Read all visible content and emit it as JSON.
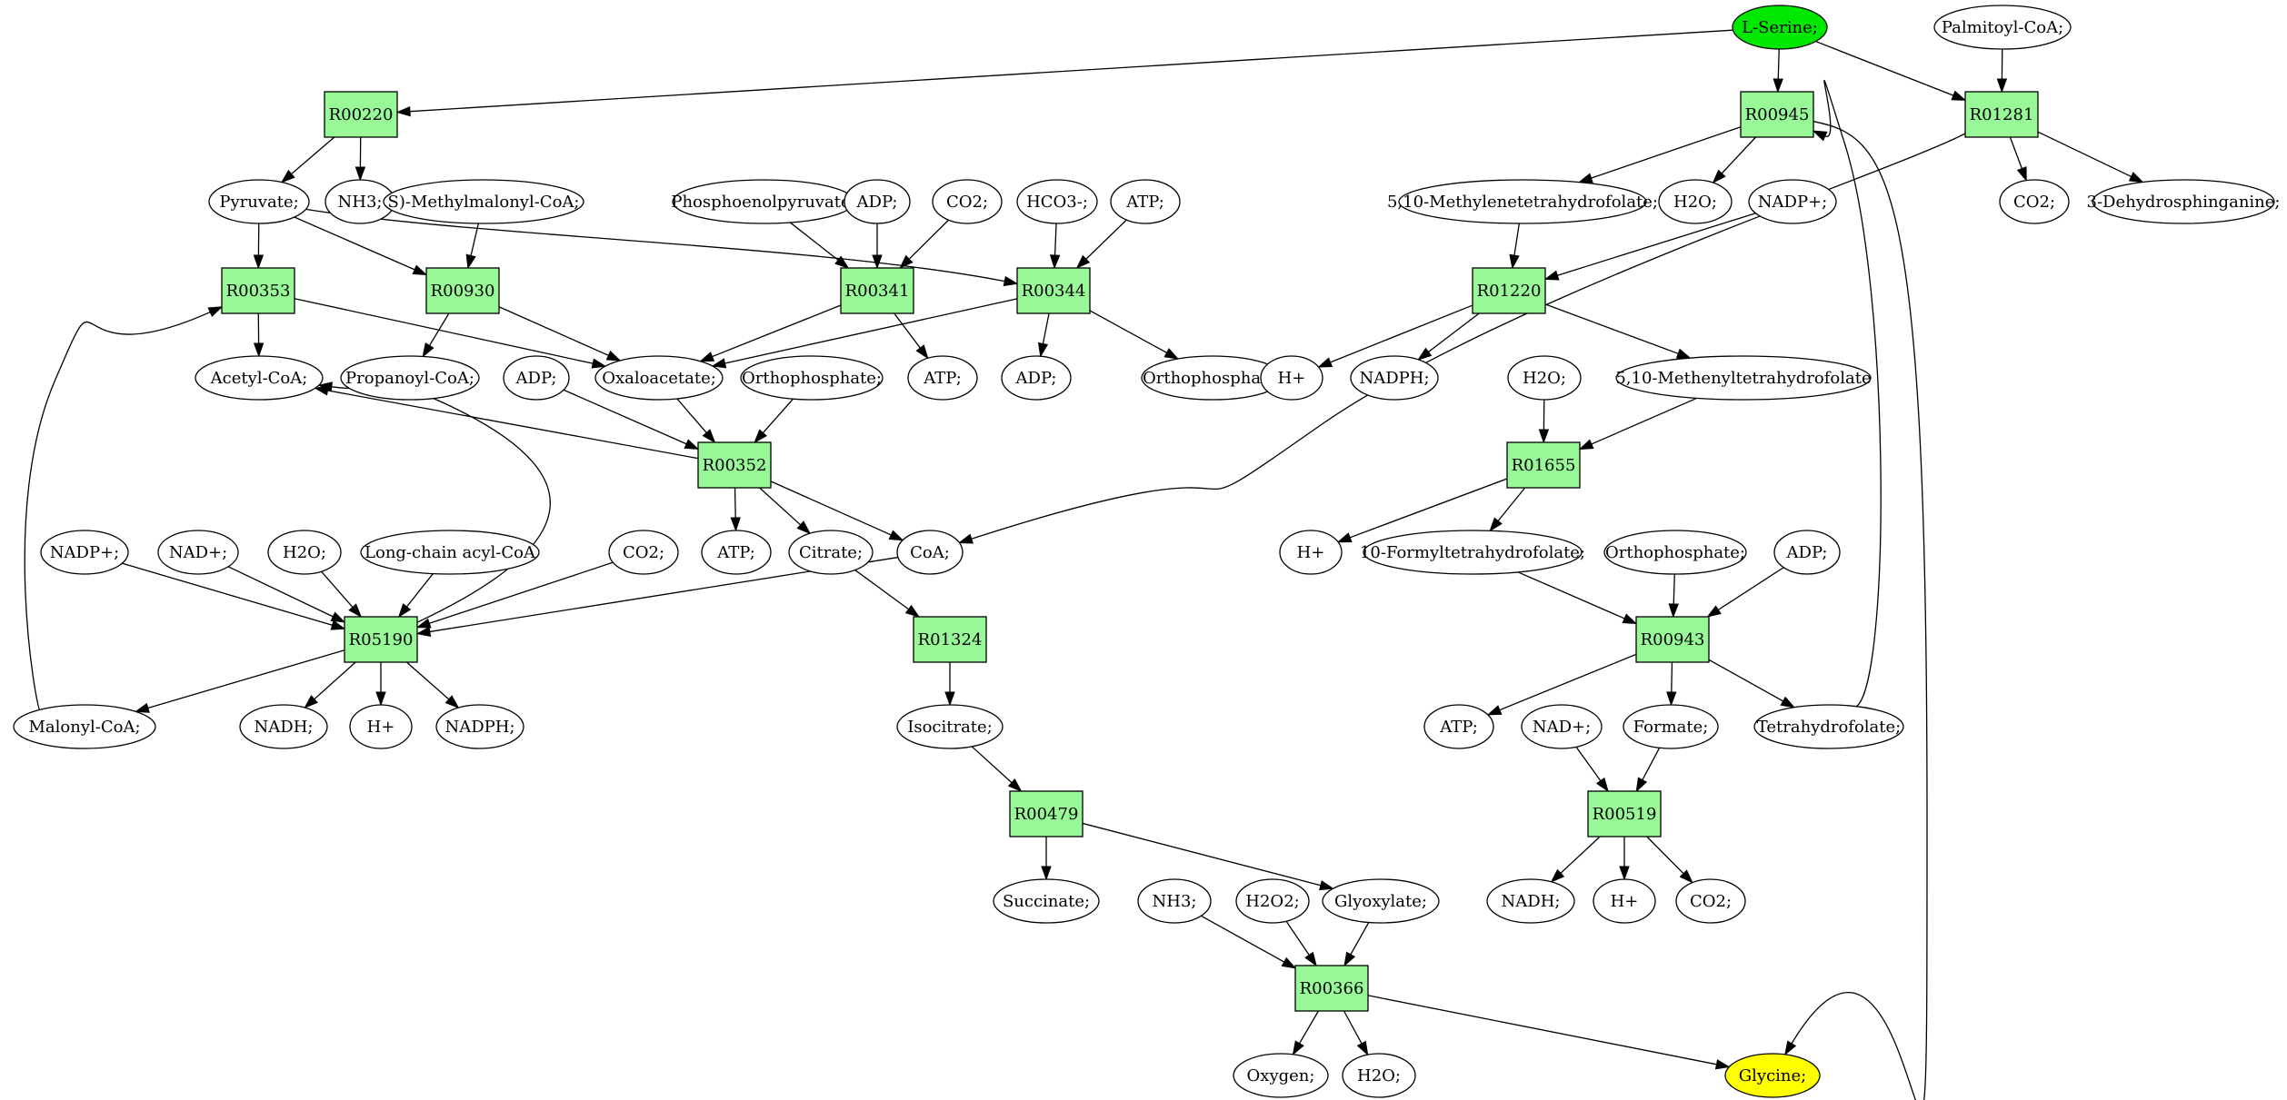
{
  "colors": {
    "reaction_fill": "#98f898",
    "start_fill": "#00e800",
    "end_fill": "#ffff00",
    "default_fill": "#ffffff",
    "stroke": "#000000"
  },
  "nodes": [
    {
      "id": "n_serine",
      "type": "ellipse",
      "label": "L-Serine;",
      "fill": "start"
    },
    {
      "id": "n_palmitoyl",
      "type": "ellipse",
      "label": "Palmitoyl-CoA;"
    },
    {
      "id": "r00220",
      "type": "rect",
      "label": "R00220"
    },
    {
      "id": "r00945",
      "type": "rect",
      "label": "R00945"
    },
    {
      "id": "r01281",
      "type": "rect",
      "label": "R01281"
    },
    {
      "id": "n_pyruvate",
      "type": "ellipse",
      "label": "Pyruvate;"
    },
    {
      "id": "n_nh3_1",
      "type": "ellipse",
      "label": "NH3;"
    },
    {
      "id": "n_smm",
      "type": "ellipse",
      "label": "S)-Methylmalonyl-CoA;"
    },
    {
      "id": "n_pep",
      "type": "ellipse",
      "label": "Phosphoenolpyruvate;"
    },
    {
      "id": "n_adp_1",
      "type": "ellipse",
      "label": "ADP;"
    },
    {
      "id": "n_co2_1",
      "type": "ellipse",
      "label": "CO2;"
    },
    {
      "id": "n_hco3",
      "type": "ellipse",
      "label": "HCO3-;"
    },
    {
      "id": "n_atp_1",
      "type": "ellipse",
      "label": "ATP;"
    },
    {
      "id": "n_mthf",
      "type": "ellipse",
      "label": "5,10-Methylenetetrahydrofolate;"
    },
    {
      "id": "n_h2o_1",
      "type": "ellipse",
      "label": "H2O;"
    },
    {
      "id": "n_nadp_1",
      "type": "ellipse",
      "label": "NADP+;"
    },
    {
      "id": "n_co2_2",
      "type": "ellipse",
      "label": "CO2;"
    },
    {
      "id": "n_dhs",
      "type": "ellipse",
      "label": "3-Dehydrosphinganine;"
    },
    {
      "id": "r00353",
      "type": "rect",
      "label": "R00353"
    },
    {
      "id": "r00930",
      "type": "rect",
      "label": "R00930"
    },
    {
      "id": "r00341",
      "type": "rect",
      "label": "R00341"
    },
    {
      "id": "r00344",
      "type": "rect",
      "label": "R00344"
    },
    {
      "id": "r01220",
      "type": "rect",
      "label": "R01220"
    },
    {
      "id": "n_acetyl",
      "type": "ellipse",
      "label": "Acetyl-CoA;"
    },
    {
      "id": "n_propanoyl",
      "type": "ellipse",
      "label": "Propanoyl-CoA;"
    },
    {
      "id": "n_adp_2",
      "type": "ellipse",
      "label": "ADP;"
    },
    {
      "id": "n_oxalo",
      "type": "ellipse",
      "label": "Oxaloacetate;"
    },
    {
      "id": "n_ortho_1",
      "type": "ellipse",
      "label": "Orthophosphate;"
    },
    {
      "id": "n_atp_2",
      "type": "ellipse",
      "label": "ATP;"
    },
    {
      "id": "n_adp_3",
      "type": "ellipse",
      "label": "ADP;"
    },
    {
      "id": "n_ortho_2",
      "type": "ellipse",
      "label": "Orthophosphate;"
    },
    {
      "id": "n_h_1",
      "type": "ellipse",
      "label": "H+"
    },
    {
      "id": "n_nadph_1",
      "type": "ellipse",
      "label": "NADPH;"
    },
    {
      "id": "n_h2o_2",
      "type": "ellipse",
      "label": "H2O;"
    },
    {
      "id": "n_menyl",
      "type": "ellipse",
      "label": "5,10-Methenyltetrahydrofolate"
    },
    {
      "id": "r00352",
      "type": "rect",
      "label": "R00352"
    },
    {
      "id": "r01655",
      "type": "rect",
      "label": "R01655"
    },
    {
      "id": "n_nadp_2",
      "type": "ellipse",
      "label": "NADP+;"
    },
    {
      "id": "n_nad_1",
      "type": "ellipse",
      "label": "NAD+;"
    },
    {
      "id": "n_h2o_3",
      "type": "ellipse",
      "label": "H2O;"
    },
    {
      "id": "n_lcacyl",
      "type": "ellipse",
      "label": "Long-chain acyl-CoA"
    },
    {
      "id": "n_co2_3",
      "type": "ellipse",
      "label": "CO2;"
    },
    {
      "id": "n_atp_3",
      "type": "ellipse",
      "label": "ATP;"
    },
    {
      "id": "n_citrate",
      "type": "ellipse",
      "label": "Citrate;"
    },
    {
      "id": "n_coa",
      "type": "ellipse",
      "label": "CoA;"
    },
    {
      "id": "n_h_2",
      "type": "ellipse",
      "label": "H+"
    },
    {
      "id": "n_formyl",
      "type": "ellipse",
      "label": "10-Formyltetrahydrofolate;"
    },
    {
      "id": "n_ortho_3",
      "type": "ellipse",
      "label": "Orthophosphate;"
    },
    {
      "id": "n_adp_4",
      "type": "ellipse",
      "label": "ADP;"
    },
    {
      "id": "r05190",
      "type": "rect",
      "label": "R05190"
    },
    {
      "id": "r01324",
      "type": "rect",
      "label": "R01324"
    },
    {
      "id": "r00943",
      "type": "rect",
      "label": "R00943"
    },
    {
      "id": "n_malonyl",
      "type": "ellipse",
      "label": "Malonyl-CoA;"
    },
    {
      "id": "n_nadh_1",
      "type": "ellipse",
      "label": "NADH;"
    },
    {
      "id": "n_h_3",
      "type": "ellipse",
      "label": "H+"
    },
    {
      "id": "n_nadph_2",
      "type": "ellipse",
      "label": "NADPH;"
    },
    {
      "id": "n_isocitrate",
      "type": "ellipse",
      "label": "Isocitrate;"
    },
    {
      "id": "n_atp_4",
      "type": "ellipse",
      "label": "ATP;"
    },
    {
      "id": "n_nad_2",
      "type": "ellipse",
      "label": "NAD+;"
    },
    {
      "id": "n_formate",
      "type": "ellipse",
      "label": "Formate;"
    },
    {
      "id": "n_thf",
      "type": "ellipse",
      "label": "Tetrahydrofolate;"
    },
    {
      "id": "r00479",
      "type": "rect",
      "label": "R00479"
    },
    {
      "id": "r00519",
      "type": "rect",
      "label": "R00519"
    },
    {
      "id": "n_succinate",
      "type": "ellipse",
      "label": "Succinate;"
    },
    {
      "id": "n_nh3_2",
      "type": "ellipse",
      "label": "NH3;"
    },
    {
      "id": "n_h2o2",
      "type": "ellipse",
      "label": "H2O2;"
    },
    {
      "id": "n_glyoxylate",
      "type": "ellipse",
      "label": "Glyoxylate;"
    },
    {
      "id": "n_nadh_2",
      "type": "ellipse",
      "label": "NADH;"
    },
    {
      "id": "n_h_4",
      "type": "ellipse",
      "label": "H+"
    },
    {
      "id": "n_co2_4",
      "type": "ellipse",
      "label": "CO2;"
    },
    {
      "id": "r00366",
      "type": "rect",
      "label": "R00366"
    },
    {
      "id": "n_oxygen",
      "type": "ellipse",
      "label": "Oxygen;"
    },
    {
      "id": "n_h2o_4",
      "type": "ellipse",
      "label": "H2O;"
    },
    {
      "id": "n_glycine",
      "type": "ellipse",
      "label": "Glycine;",
      "fill": "end"
    }
  ],
  "edges": [
    {
      "from": "n_serine",
      "to": "r00220"
    },
    {
      "from": "n_serine",
      "to": "r00945"
    },
    {
      "from": "n_serine",
      "to": "r01281"
    },
    {
      "from": "n_palmitoyl",
      "to": "r01281"
    },
    {
      "from": "r00220",
      "to": "n_pyruvate"
    },
    {
      "from": "r00220",
      "to": "n_nh3_1"
    },
    {
      "from": "r00945",
      "to": "n_mthf"
    },
    {
      "from": "r00945",
      "to": "n_h2o_1"
    },
    {
      "from": "r00945",
      "to": "n_glycine"
    },
    {
      "from": "r01281",
      "to": "n_co2_2"
    },
    {
      "from": "r01281",
      "to": "n_dhs"
    },
    {
      "from": "r01281",
      "to": "n_coa"
    },
    {
      "from": "n_pyruvate",
      "to": "r00353"
    },
    {
      "from": "n_pyruvate",
      "to": "r00930"
    },
    {
      "from": "n_pyruvate",
      "to": "r00344"
    },
    {
      "from": "n_smm",
      "to": "r00930"
    },
    {
      "from": "n_pep",
      "to": "r00341"
    },
    {
      "from": "n_adp_1",
      "to": "r00341"
    },
    {
      "from": "n_co2_1",
      "to": "r00341"
    },
    {
      "from": "n_hco3",
      "to": "r00344"
    },
    {
      "from": "n_atp_1",
      "to": "r00344"
    },
    {
      "from": "n_mthf",
      "to": "r01220"
    },
    {
      "from": "n_nadp_1",
      "to": "r01220"
    },
    {
      "from": "r00353",
      "to": "n_acetyl"
    },
    {
      "from": "r00353",
      "to": "n_oxalo"
    },
    {
      "from": "r00930",
      "to": "n_propanoyl"
    },
    {
      "from": "r00930",
      "to": "n_oxalo"
    },
    {
      "from": "r00341",
      "to": "n_oxalo"
    },
    {
      "from": "r00341",
      "to": "n_atp_2"
    },
    {
      "from": "r00344",
      "to": "n_oxalo"
    },
    {
      "from": "r00344",
      "to": "n_adp_3"
    },
    {
      "from": "r00344",
      "to": "n_ortho_2"
    },
    {
      "from": "r01220",
      "to": "n_h_1"
    },
    {
      "from": "r01220",
      "to": "n_nadph_1"
    },
    {
      "from": "r01220",
      "to": "n_menyl"
    },
    {
      "from": "n_adp_2",
      "to": "r00352"
    },
    {
      "from": "n_oxalo",
      "to": "r00352"
    },
    {
      "from": "n_ortho_1",
      "to": "r00352"
    },
    {
      "from": "r00352",
      "to": "n_acetyl"
    },
    {
      "from": "r00352",
      "to": "n_atp_3"
    },
    {
      "from": "r00352",
      "to": "n_citrate"
    },
    {
      "from": "r00352",
      "to": "n_coa"
    },
    {
      "from": "n_h2o_2",
      "to": "r01655"
    },
    {
      "from": "n_menyl",
      "to": "r01655"
    },
    {
      "from": "r01655",
      "to": "n_h_2"
    },
    {
      "from": "r01655",
      "to": "n_formyl"
    },
    {
      "from": "n_nadp_2",
      "to": "r05190"
    },
    {
      "from": "n_nad_1",
      "to": "r05190"
    },
    {
      "from": "n_h2o_3",
      "to": "r05190"
    },
    {
      "from": "n_lcacyl",
      "to": "r05190"
    },
    {
      "from": "n_co2_3",
      "to": "r05190"
    },
    {
      "from": "n_coa",
      "to": "r05190"
    },
    {
      "from": "r05190",
      "to": "n_acetyl"
    },
    {
      "from": "r05190",
      "to": "n_malonyl"
    },
    {
      "from": "r05190",
      "to": "n_nadh_1"
    },
    {
      "from": "r05190",
      "to": "n_h_3"
    },
    {
      "from": "r05190",
      "to": "n_nadph_2"
    },
    {
      "from": "n_malonyl",
      "to": "r00353"
    },
    {
      "from": "n_citrate",
      "to": "r01324"
    },
    {
      "from": "r01324",
      "to": "n_isocitrate"
    },
    {
      "from": "n_formyl",
      "to": "r00943"
    },
    {
      "from": "n_ortho_3",
      "to": "r00943"
    },
    {
      "from": "n_adp_4",
      "to": "r00943"
    },
    {
      "from": "r00943",
      "to": "n_atp_4"
    },
    {
      "from": "r00943",
      "to": "n_formate"
    },
    {
      "from": "r00943",
      "to": "n_thf"
    },
    {
      "from": "n_thf",
      "to": "r00945"
    },
    {
      "from": "n_isocitrate",
      "to": "r00479"
    },
    {
      "from": "r00479",
      "to": "n_succinate"
    },
    {
      "from": "r00479",
      "to": "n_glyoxylate"
    },
    {
      "from": "n_nad_2",
      "to": "r00519"
    },
    {
      "from": "n_formate",
      "to": "r00519"
    },
    {
      "from": "r00519",
      "to": "n_nadh_2"
    },
    {
      "from": "r00519",
      "to": "n_h_4"
    },
    {
      "from": "r00519",
      "to": "n_co2_4"
    },
    {
      "from": "n_nh3_2",
      "to": "r00366"
    },
    {
      "from": "n_h2o2",
      "to": "r00366"
    },
    {
      "from": "n_glyoxylate",
      "to": "r00366"
    },
    {
      "from": "r00366",
      "to": "n_oxygen"
    },
    {
      "from": "r00366",
      "to": "n_h2o_4"
    },
    {
      "from": "r00366",
      "to": "n_glycine"
    }
  ]
}
